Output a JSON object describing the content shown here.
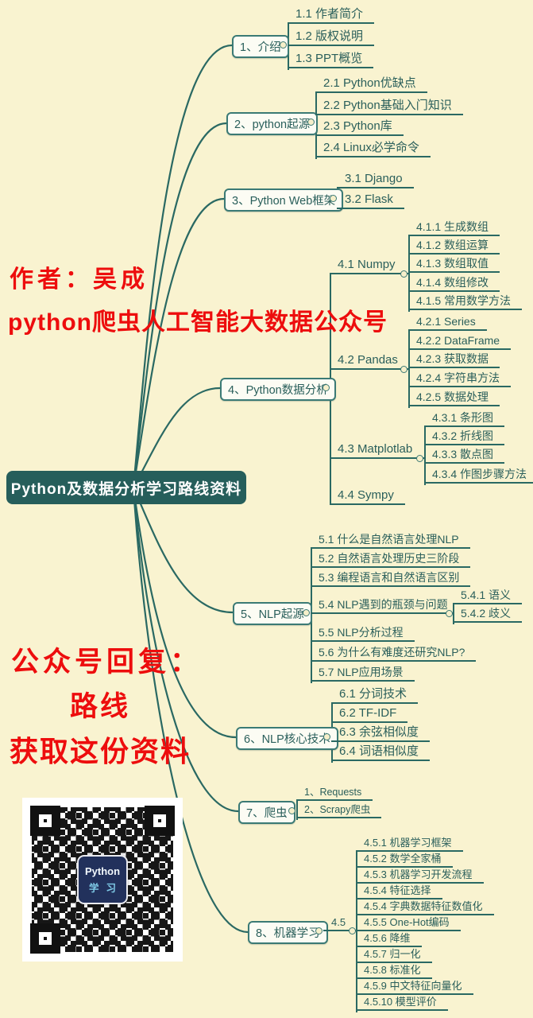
{
  "root": {
    "label": "Python及数据分析学习路线资料"
  },
  "annotations": {
    "author_line": "作者：吴成",
    "channel_line": "python爬虫人工智能大数据公众号",
    "reply_line1": "公众号回复：",
    "reply_line2": "路线",
    "reply_line3": "获取这份资料"
  },
  "qr": {
    "badge_line1": "Python",
    "badge_line2": "学习"
  },
  "colors": {
    "background": "#f9f3d0",
    "line": "#2a6963",
    "topic_text": "#2a5f5b",
    "root_bg": "#265e5b",
    "root_text": "#ffffff",
    "annotation_red": "#ed0d0d",
    "qr_badge_bg": "#22315c",
    "qr_badge_text": "#7fcbe8"
  },
  "branches": [
    {
      "label": "1、介绍",
      "children": [
        {
          "label": "1.1 作者简介"
        },
        {
          "label": "1.2 版权说明"
        },
        {
          "label": "1.3 PPT概览"
        }
      ]
    },
    {
      "label": "2、python起源",
      "children": [
        {
          "label": "2.1 Python优缺点"
        },
        {
          "label": "2.2 Python基础入门知识"
        },
        {
          "label": "2.3 Python库"
        },
        {
          "label": "2.4 Linux必学命令"
        }
      ]
    },
    {
      "label": "3、Python Web框架",
      "children": [
        {
          "label": "3.1  Django"
        },
        {
          "label": "3.2  Flask"
        }
      ]
    },
    {
      "label": "4、Python数据分析",
      "children": [
        {
          "label": "4.1 Numpy",
          "children": [
            {
              "label": "4.1.1 生成数组"
            },
            {
              "label": "4.1.2 数组运算"
            },
            {
              "label": "4.1.3 数组取值"
            },
            {
              "label": "4.1.4 数组修改"
            },
            {
              "label": "4.1.5 常用数学方法"
            }
          ]
        },
        {
          "label": "4.2 Pandas",
          "children": [
            {
              "label": "4.2.1 Series"
            },
            {
              "label": "4.2.2 DataFrame"
            },
            {
              "label": "4.2.3 获取数据"
            },
            {
              "label": "4.2.4 字符串方法"
            },
            {
              "label": "4.2.5 数据处理"
            }
          ]
        },
        {
          "label": "4.3 Matplotlab",
          "children": [
            {
              "label": "4.3.1 条形图"
            },
            {
              "label": "4.3.2 折线图"
            },
            {
              "label": "4.3.3 散点图"
            },
            {
              "label": "4.3.4 作图步骤方法"
            }
          ]
        },
        {
          "label": "4.4 Sympy"
        }
      ]
    },
    {
      "label": "5、NLP起源",
      "children": [
        {
          "label": "5.1 什么是自然语言处理NLP"
        },
        {
          "label": "5.2 自然语言处理历史三阶段"
        },
        {
          "label": "5.3 编程语言和自然语言区别"
        },
        {
          "label": "5.4 NLP遇到的瓶颈与问题",
          "children": [
            {
              "label": "5.4.1 语义"
            },
            {
              "label": "5.4.2 歧义"
            }
          ]
        },
        {
          "label": "5.5 NLP分析过程"
        },
        {
          "label": "5.6 为什么有难度还研究NLP?"
        },
        {
          "label": "5.7 NLP应用场景"
        }
      ]
    },
    {
      "label": "6、NLP核心技术",
      "children": [
        {
          "label": "6.1 分词技术"
        },
        {
          "label": "6.2 TF-IDF"
        },
        {
          "label": "6.3 余弦相似度"
        },
        {
          "label": "6.4 词语相似度"
        }
      ]
    },
    {
      "label": "7、爬虫",
      "children": [
        {
          "label": "1、Requests"
        },
        {
          "label": "2、Scrapy爬虫"
        }
      ]
    },
    {
      "label": "8、机器学习",
      "children": [
        {
          "label": "4.5",
          "children": [
            {
              "label": "4.5.1 机器学习框架"
            },
            {
              "label": "4.5.2 数学全家桶"
            },
            {
              "label": "4.5.3 机器学习开发流程"
            },
            {
              "label": "4.5.4 特征选择"
            },
            {
              "label": "4.5.4 字典数据特征数值化"
            },
            {
              "label": "4.5.5 One-Hot编码"
            },
            {
              "label": "4.5.6 降维"
            },
            {
              "label": "4.5.7 归一化"
            },
            {
              "label": "4.5.8 标准化"
            },
            {
              "label": "4.5.9 中文特征向量化"
            },
            {
              "label": "4.5.10 模型评价"
            }
          ]
        }
      ]
    }
  ]
}
